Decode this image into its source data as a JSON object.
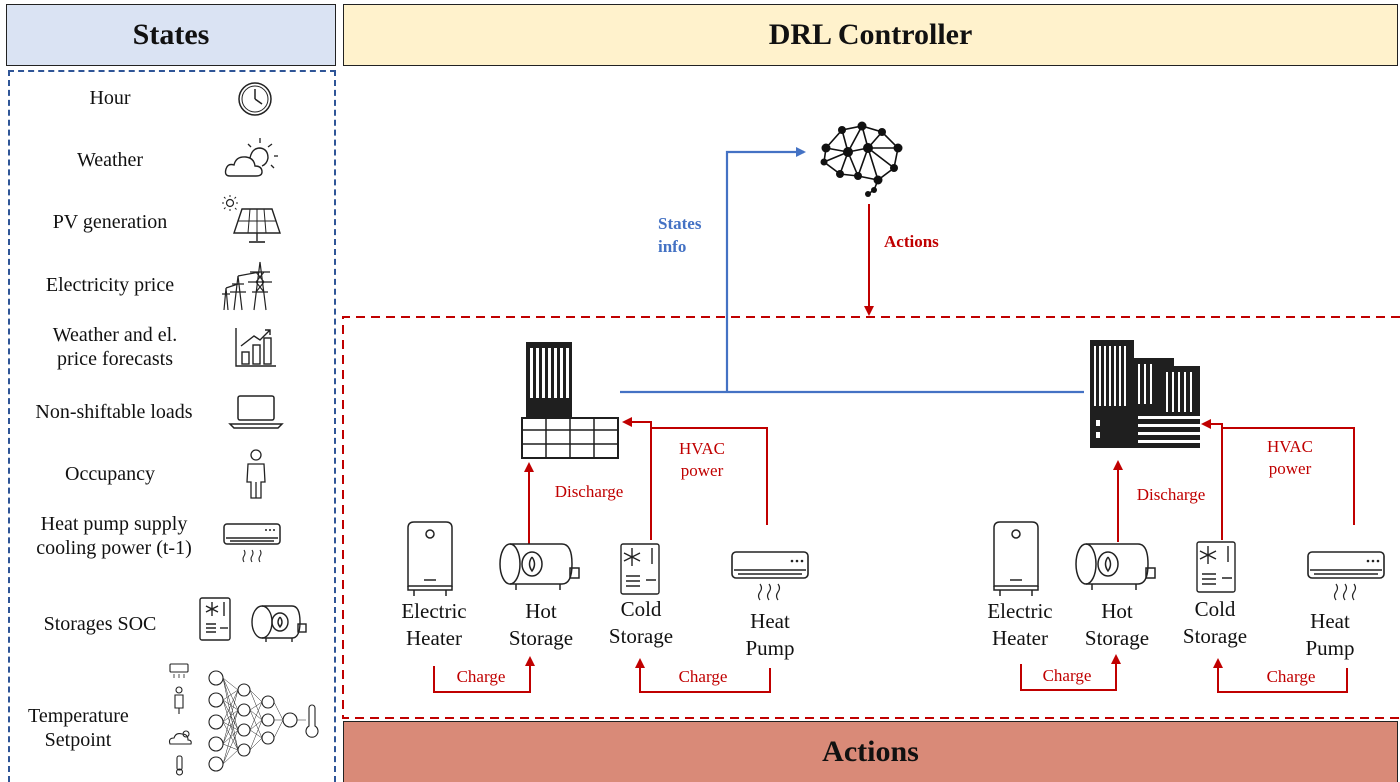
{
  "headers": {
    "states": "States",
    "controller": "DRL Controller",
    "actions": "Actions"
  },
  "states": [
    {
      "label": "Hour",
      "icon": "clock-icon"
    },
    {
      "label": "Weather",
      "icon": "weather-icon"
    },
    {
      "label": "PV generation",
      "icon": "solar-panel-icon"
    },
    {
      "label": "Electricity price",
      "icon": "power-tower-icon"
    },
    {
      "label": "Weather and el. price forecasts",
      "icon": "bar-chart-icon"
    },
    {
      "label": "Non-shiftable loads",
      "icon": "laptop-icon"
    },
    {
      "label": "Occupancy",
      "icon": "person-icon"
    },
    {
      "label": "Heat pump supply cooling power (t-1)",
      "icon": "air-conditioner-icon"
    },
    {
      "label": "Storages SOC",
      "icon": "storage-tanks-icon"
    },
    {
      "label": "Temperature Setpoint",
      "icon": "neural-network-icon"
    }
  ],
  "labels": {
    "states_info": "States info",
    "actions_arrow": "Actions",
    "discharge": "Discharge",
    "hvac_power": "HVAC power",
    "charge": "Charge"
  },
  "components": {
    "electric_heater": "Electric Heater",
    "hot_storage": "Hot Storage",
    "cold_storage": "Cold Storage",
    "heat_pump": "Heat Pump"
  },
  "colors": {
    "states_header": "#dae3f3",
    "controller_header": "#fff2cc",
    "actions_footer": "#d98a78",
    "blue_flow": "#4472c4",
    "red_flow": "#c00000"
  }
}
